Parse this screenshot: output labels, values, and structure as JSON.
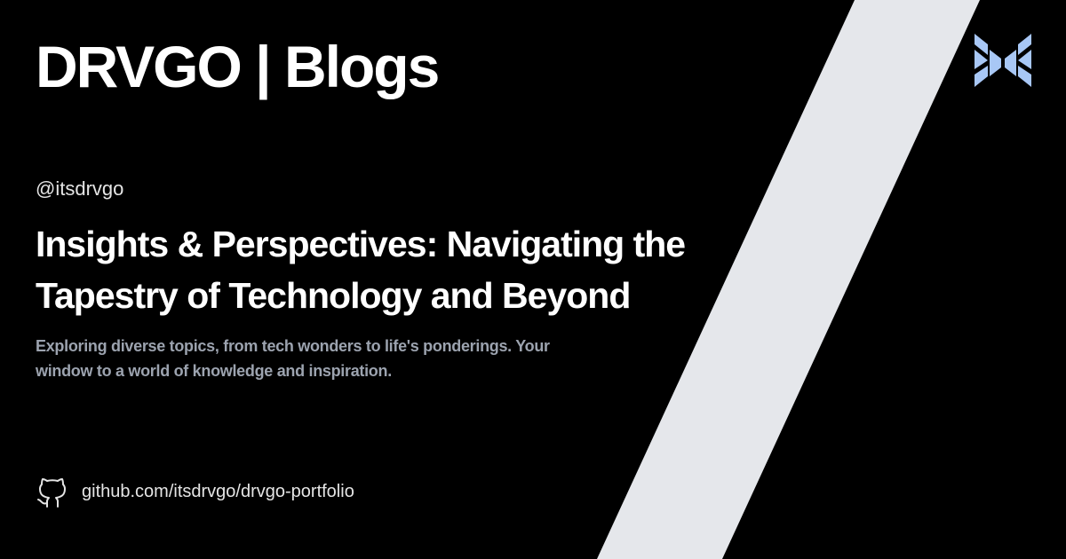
{
  "header": {
    "title": "DRVGO | Blogs"
  },
  "author": {
    "handle": "@itsdrvgo"
  },
  "main": {
    "headline": "Insights & Perspectives: Navigating the Tapestry of Technology and Beyond",
    "description": "Exploring diverse topics, from tech wonders to life's ponderings. Your window to a world of knowledge and inspiration."
  },
  "footer": {
    "repo_icon": "github-icon",
    "repo_link": "github.com/itsdrvgo/drvgo-portfolio"
  },
  "brand": {
    "logo_icon": "drvgo-logo-icon"
  },
  "colors": {
    "background": "#000000",
    "stripe": "#e5e7eb",
    "logo": "#a8c7f5",
    "muted_text": "#9ca3af"
  }
}
